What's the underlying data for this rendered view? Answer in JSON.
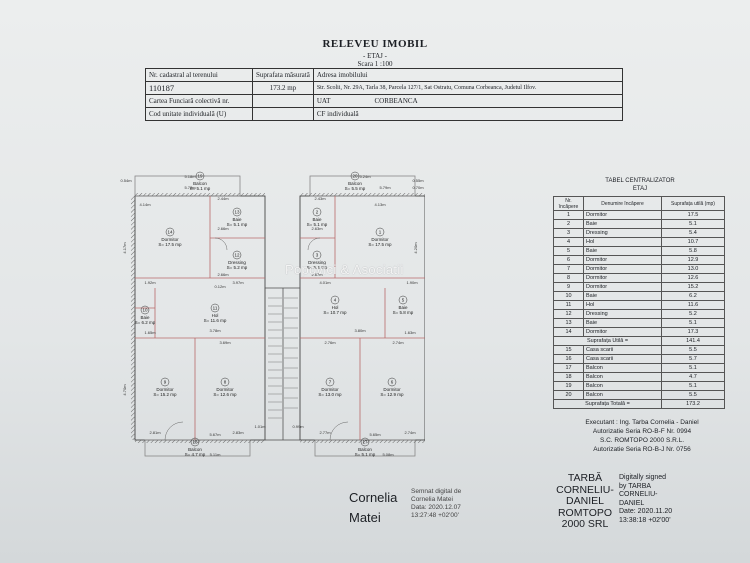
{
  "header": {
    "title": "RELEVEU IMOBIL",
    "subtitle": "- ETAJ -",
    "scale": "Scara 1 :100"
  },
  "info_table": {
    "headers": [
      "Nr. cadastral al terenului",
      "Suprafata măsurată",
      "Adresa imobilului"
    ],
    "cadastral_no": "110187",
    "area": "173.2 mp",
    "address": "Str. Scolii, Nr. 29A, Tarla 38, Parcela 127/1, Sat Ostratu, Comuna Corbeanca, Judetul Ilfov.",
    "cf_collective_label": "Cartea Funciară colectivă nr.",
    "uat_label": "UAT",
    "uat_value": "CORBEANCA",
    "unit_code_label": "Cod unitate individuală (U)",
    "cf_individual_label": "CF individuală"
  },
  "plan": {
    "watermark": "Popovici & Asociatii",
    "rooms": [
      {
        "n": "1",
        "name": "Dormitor",
        "area": "S= 17.5 mp"
      },
      {
        "n": "2",
        "name": "Baie",
        "area": "S= 5.1 mp"
      },
      {
        "n": "3",
        "name": "Dressing",
        "area": "S= 5.4 mp"
      },
      {
        "n": "4",
        "name": "Hol",
        "area": "S= 10.7 mp"
      },
      {
        "n": "5",
        "name": "Baie",
        "area": "S= 5.8 mp"
      },
      {
        "n": "6",
        "name": "Dormitor",
        "area": "S= 12.9 mp"
      },
      {
        "n": "7",
        "name": "Dormitor",
        "area": "S= 13.0 mp"
      },
      {
        "n": "8",
        "name": "Dormitor",
        "area": "S= 12.6 mp"
      },
      {
        "n": "9",
        "name": "Dormitor",
        "area": "S= 15.2 mp"
      },
      {
        "n": "10",
        "name": "Baie",
        "area": "S= 6.2 mp"
      },
      {
        "n": "11",
        "name": "Hol",
        "area": "S= 11.6 mp"
      },
      {
        "n": "12",
        "name": "Dressing",
        "area": "S= 5.2 mp"
      },
      {
        "n": "13",
        "name": "Baie",
        "area": "S= 5.1 mp"
      },
      {
        "n": "14",
        "name": "Dormitor",
        "area": "S= 17.5 mp"
      },
      {
        "n": "17",
        "name": "Balcon",
        "area": "S= 5.1 mp"
      },
      {
        "n": "18",
        "name": "Balcon",
        "area": "S= 4.7 mp"
      },
      {
        "n": "19",
        "name": "Balcon",
        "area": "S= 5.1 mp"
      },
      {
        "n": "20",
        "name": "Balcon",
        "area": "S= 5.5 mp"
      }
    ],
    "dims": [
      "5.18m",
      "5.24m",
      "4.14m",
      "4.13m",
      "4.17m",
      "4.20m",
      "2.44m",
      "2.43m",
      "2.66m",
      "2.63m",
      "2.66m",
      "2.67m",
      "3.97m",
      "4.01m",
      "1.92m",
      "1.90m",
      "2.76m",
      "2.74m",
      "5.67m",
      "5.65m",
      "2.81m",
      "2.77m",
      "0.54m",
      "0.55m",
      "5.72m",
      "5.79m",
      "0.70m",
      "4.70m",
      "1.01m",
      "0.99m",
      "2.83m",
      "2.74m",
      "5.11m",
      "5.08m",
      "3.78m",
      "3.80m",
      "3.69m",
      "1.65m",
      "1.63m",
      "0.12m"
    ]
  },
  "centralizer": {
    "title": "TABEL CENTRALIZATOR",
    "subtitle": "ETAJ",
    "headers": [
      "Nr. încăpere",
      "Denumire încăpere",
      "Suprafața utilă (mp)"
    ],
    "rows": [
      [
        "1",
        "Dormitor",
        "17.5"
      ],
      [
        "2",
        "Baie",
        "5.1"
      ],
      [
        "3",
        "Dressing",
        "5.4"
      ],
      [
        "4",
        "Hol",
        "10.7"
      ],
      [
        "5",
        "Baie",
        "5.8"
      ],
      [
        "6",
        "Dormitor",
        "12.9"
      ],
      [
        "7",
        "Dormitor",
        "13.0"
      ],
      [
        "8",
        "Dormitor",
        "12.6"
      ],
      [
        "9",
        "Dormitor",
        "15.2"
      ],
      [
        "10",
        "Baie",
        "6.2"
      ],
      [
        "11",
        "Hol",
        "11.6"
      ],
      [
        "12",
        "Dressing",
        "5.2"
      ],
      [
        "13",
        "Baie",
        "5.1"
      ],
      [
        "14",
        "Dormitor",
        "17.3"
      ]
    ],
    "useful_label": "Suprafața Utilă =",
    "useful_value": "141.4",
    "extra_rows": [
      [
        "15",
        "Casa scarii",
        "5.5"
      ],
      [
        "16",
        "Casa scarii",
        "5.7"
      ],
      [
        "17",
        "Balcon",
        "5.1"
      ],
      [
        "18",
        "Balcon",
        "4.7"
      ],
      [
        "19",
        "Balcon",
        "5.1"
      ],
      [
        "20",
        "Balcon",
        "5.5"
      ]
    ],
    "total_label": "Suprafața Totală =",
    "total_value": "173.2"
  },
  "executant": {
    "line1": "Executant : Ing. Tarba Cornelia - Daniel",
    "line2": "Autorizatie Seria RO-B-F Nr. 0994",
    "line3": "S.C. ROMTOPO 2000 S.R.L.",
    "line4": "Autorizatie Seria RO-B-J Nr. 0756"
  },
  "signature1": {
    "name_line1": "Cornelia",
    "name_line2": "Matei",
    "d1": "Semnat digital de",
    "d2": "Cornelia Matei",
    "d3": "Data: 2020.12.07",
    "d4": "13:27:48 +02'00'"
  },
  "signature2": {
    "l1": "TARBĂ",
    "l2": "CORNELIU-",
    "l3": "DANIEL",
    "l4": "ROMTOPO",
    "l5": "2000 SRL",
    "d1": "Digitally signed",
    "d2": "by TARBA",
    "d3": "CORNELIU-",
    "d4": "DANIEL",
    "d5": "Date: 2020.11.20",
    "d6": "13:38:18 +02'00'"
  }
}
